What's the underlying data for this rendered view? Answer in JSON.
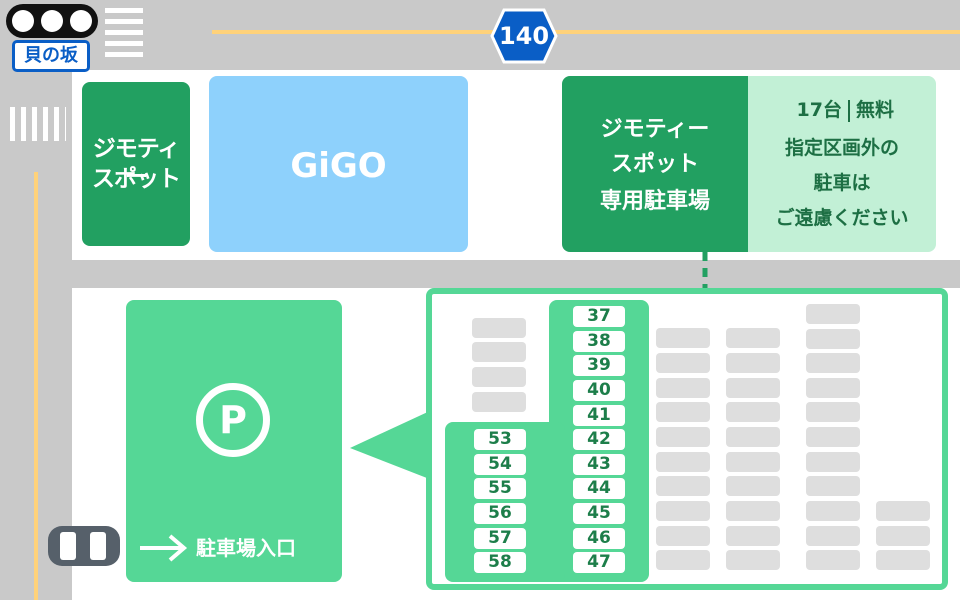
{
  "signal_place_name": "貝の坂",
  "route_number": "140",
  "shop_jimoty": [
    "ジモティー",
    "スポット"
  ],
  "arcade": "GiGO",
  "exclusive_parking": {
    "title_lines": [
      "ジモティー",
      "スポット",
      "専用駐車場"
    ],
    "capacity": "17台",
    "fee": "無料",
    "notice_lines": [
      "指定区画外の",
      "駐車は",
      "ご遠慮ください"
    ]
  },
  "parking_symbol": "P",
  "entrance_label": "駐車場入口",
  "highlighted_spaces_center": [
    "37",
    "38",
    "39",
    "40",
    "41",
    "42",
    "43",
    "44",
    "45",
    "46",
    "47"
  ],
  "highlighted_spaces_left": [
    "53",
    "54",
    "55",
    "56",
    "57",
    "58"
  ],
  "colors": {
    "dark_green": "#22a061",
    "light_green": "#55d796",
    "pale_green": "#c2f0d6",
    "gigo_blue": "#8ed1fc",
    "route_sign": "#0a5ec6",
    "lane_line": "#ffd27a"
  }
}
